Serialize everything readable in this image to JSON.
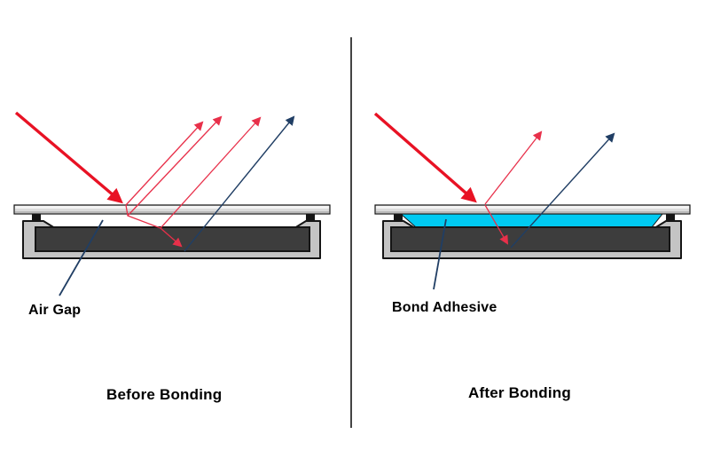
{
  "panels": {
    "before": {
      "component_label": "Air Gap",
      "caption": "Before Bonding"
    },
    "after": {
      "component_label": "Bond Adhesive",
      "caption": "After Bonding"
    }
  },
  "colors": {
    "incident_ray": "#E81224",
    "reflected_ray": "#E8304A",
    "display_ray": "#203E64",
    "pointer_line": "#203E64",
    "adhesive": "#00CAF2",
    "glass": "#DBDBDB",
    "glass_highlight": "#F4F4F4",
    "glass_shade": "#B9B9B9",
    "frame": "#C4C4C4",
    "display": "#3D3D3D",
    "outline": "#151515",
    "label_text": "#000000",
    "background": "#FFFFFF"
  }
}
